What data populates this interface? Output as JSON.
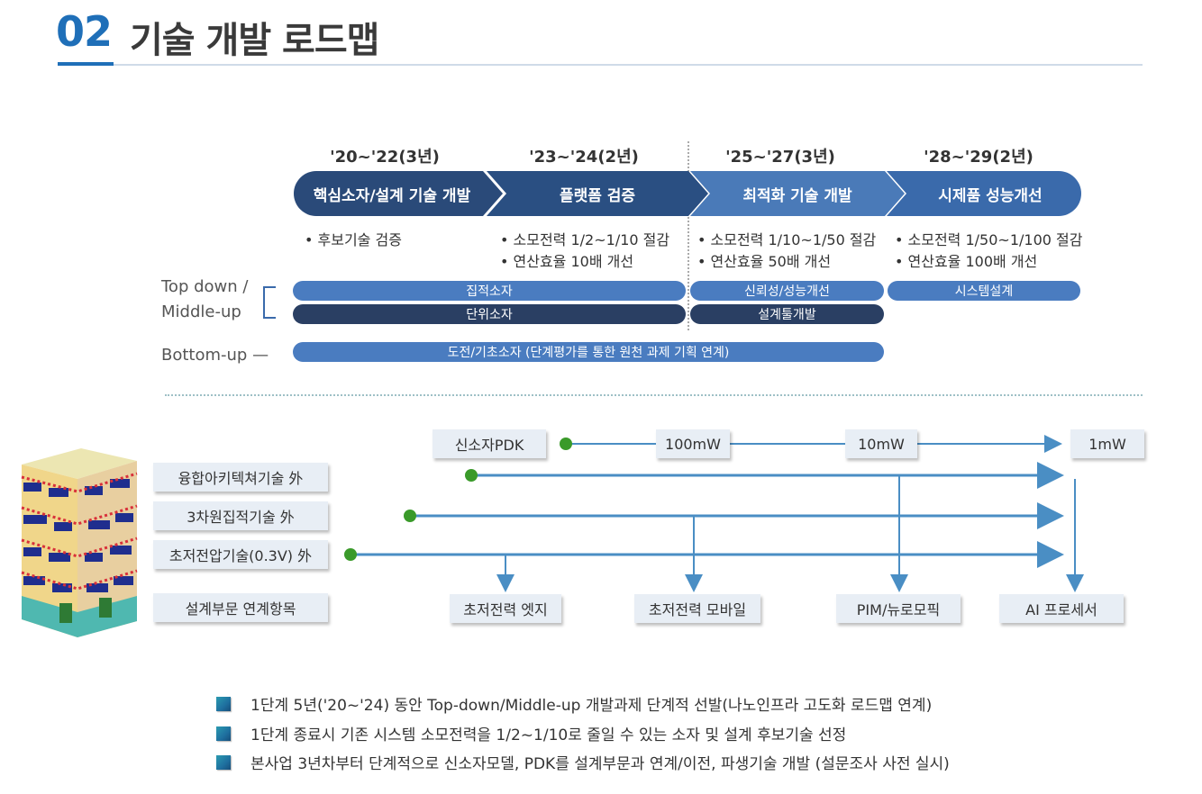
{
  "header": {
    "number": "02",
    "title": "기술 개발 로드맵"
  },
  "periods": [
    "'20~'22(3년)",
    "'23~'24(2년)",
    "'25~'27(3년)",
    "'28~'29(2년)"
  ],
  "phases": [
    "핵심소자/설계 기술 개발",
    "플랫폼 검증",
    "최적화 기술 개발",
    "시제품 성능개선"
  ],
  "phase_details": [
    [
      "• 후보기술 검증"
    ],
    [
      "• 소모전력 1/2~1/10 절감",
      "• 연산효율 10배 개선"
    ],
    [
      "• 소모전력 1/10~1/50 절감",
      "• 연산효율 50배 개선"
    ],
    [
      "• 소모전력 1/50~1/100 절감",
      "• 연산효율 100배 개선"
    ]
  ],
  "approaches": {
    "top_down": "Top down /",
    "middle_up": "Middle-up",
    "bottom_up": "Bottom-up —"
  },
  "bars": {
    "integrated_device": "집적소자",
    "reliability": "신뢰성/성능개선",
    "system_design": "시스템설계",
    "unit_device": "단위소자",
    "design_tool": "설계툴개발",
    "challenge": "도전/기초소자 (단계평가를 통한 원천 과제 기획 연계)"
  },
  "timeline": {
    "start_label": "신소자PDK",
    "milestones": [
      "100mW",
      "10mW",
      "1mW"
    ]
  },
  "technologies": [
    "융합아키텍쳐기술 外",
    "3차원집적기술 外",
    "초저전압기술(0.3V) 外",
    "설계부문 연계항목"
  ],
  "applications": [
    "초저전력 엣지",
    "초저전력 모바일",
    "PIM/뉴로모픽",
    "AI 프로세서"
  ],
  "bullets": [
    "1단계 5년('20~'24) 동안 Top-down/Middle-up 개발과제 단계적 선발(나노인프라 고도화 로드맵 연계)",
    "1단계 종료시 기존 시스템 소모전력을 1/2~1/10로 줄일 수 있는 소자 및 설계 후보기술 선정",
    "본사업 3년차부터 단계적으로 신소자모델, PDK를 설계부문과 연계/이전, 파생기술 개발 (설문조사 사전 실시)"
  ],
  "colors": {
    "accent": "#1f6fb8",
    "arrow": "#4a8ec4",
    "dot": "#3a9a2a",
    "phase_dark": "#2a4a79",
    "phase_light": "#4a7ab8",
    "bar_light": "#4a7cc0",
    "bar_dark": "#2a3f63"
  }
}
